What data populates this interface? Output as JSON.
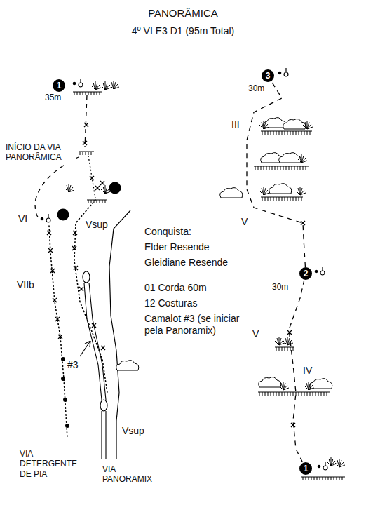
{
  "diagram": {
    "title": "PANORÂMICA",
    "nodes": [
      {
        "text": [
          "1"
        ]
      },
      {
        "text": [
          "3"
        ]
      },
      {
        "text": [
          "2"
        ]
      },
      {
        "text": [
          "1"
        ]
      }
    ],
    "edges": [
      {
        "from": 3,
        "to": 2,
        "arrow": "none"
      },
      {
        "from": 2,
        "to": 1,
        "arrow": "none"
      }
    ],
    "labels": [
      "4º VI E3 D1 (95m Total)",
      "35m",
      "INÍCIO DA VIA PANORÂMICA",
      "VI",
      "VIIb",
      "Vsup",
      "#3",
      "Vsup",
      "VIA DETERGENTE DE PIA",
      "VIA PANORAMIX",
      "Conquista:",
      "Elder Resende",
      "Gleidiane Resende",
      "01 Corda 60m",
      "12 Costuras",
      "Camalot #3 (se iniciar pela Panoramix)",
      "30m",
      "III",
      "V",
      "30m",
      "V",
      "IV"
    ]
  }
}
